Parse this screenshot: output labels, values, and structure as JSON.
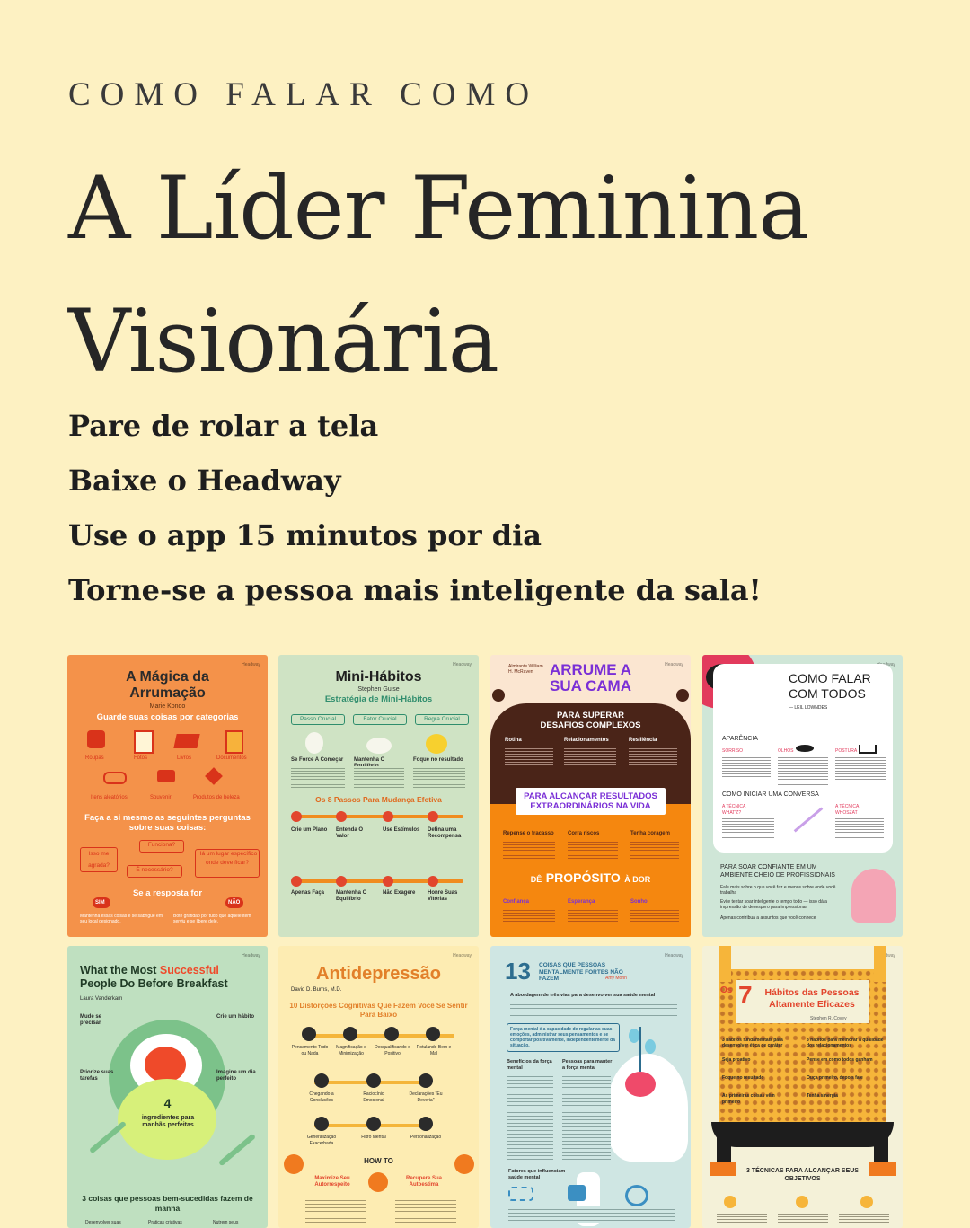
{
  "header": {
    "eyebrow": "COMO FALAR COMO",
    "title_line1": "A Líder Feminina",
    "title_line2": "Visionária"
  },
  "steps": [
    "Pare de rolar a tela",
    "Baixe o Headway",
    "Use o app 15 minutos por dia",
    "Torne-se a pessoa mais inteligente da sala!"
  ],
  "colors": {
    "background": "#fdf1c2",
    "card1": "#f4924a",
    "card2": "#cfe3c4",
    "card3": "#fbe6d1",
    "card4": "#cfe6d7",
    "card5": "#bfe0c0",
    "card6": "#fdecb2",
    "card7": "#cfe6e3",
    "card8": "#f4f1d8"
  },
  "cards": {
    "c1": {
      "brand": "Headway",
      "title": "A Mágica da Arrumação",
      "author": "Marie Kondo",
      "subtitle": "Guarde suas coisas por categorias",
      "cats": [
        "Roupas",
        "Fotos",
        "Livros",
        "Documentos",
        "Itens aleatórios",
        "Souvenir",
        "Produtos de beleza"
      ],
      "question_head": "Faça a si mesmo as seguintes perguntas sobre suas coisas:",
      "questions": [
        "Isso me agrada?",
        "Funciona?",
        "É necessário?",
        "Há um lugar específico onde deve ficar?"
      ],
      "answer_head": "Se a resposta for",
      "yes": "SIM",
      "no": "NÃO",
      "yes_text": "Mantenha essas coisas e se sabrigue em seu local designado.",
      "no_text": "Bote gratidão por tudo que aquele item serviu e se libere dele."
    },
    "c2": {
      "brand": "Headway",
      "title": "Mini-Hábitos",
      "author": "Stephen Guise",
      "subtitle": "Estratégia de Mini-Hábitos",
      "pills": [
        "Passo Crucial",
        "Fator Crucial",
        "Regra Crucial"
      ],
      "cols": [
        "Se Force A Começar",
        "Mantenha O Equilíbrio",
        "Foque no resultado"
      ],
      "section": "Os 8 Passos Para Mudança Efetiva",
      "steps_top": [
        "Crie um Plano",
        "Entenda O Valor",
        "Use Estímulos",
        "Defina uma Recompensa"
      ],
      "steps_bottom": [
        "Apenas Faça",
        "Mantenha O Equilíbrio",
        "Não Exagere",
        "Honre Suas Vitórias"
      ]
    },
    "c3": {
      "brand": "Headway",
      "author": "Almirante William H. McRaven",
      "title": "ARRUME A SUA CAMA",
      "band1": "PARA SUPERAR DESAFIOS COMPLEXOS",
      "cols1": [
        "Rotina",
        "Relacionamentos",
        "Resiliência"
      ],
      "band2": "PARA ALCANÇAR RESULTADOS EXTRAORDINÁRIOS NA VIDA",
      "cols2": [
        "Repense o fracasso",
        "Corra riscos",
        "Tenha coragem"
      ],
      "band3_a": "DÊ",
      "band3_b": "PROPÓSITO",
      "band3_c": "À DOR",
      "cols3": [
        "Confiança",
        "Esperança",
        "Sonho"
      ]
    },
    "c4": {
      "brand": "Headway",
      "title": "COMO FALAR COM TODOS",
      "author": "— LEIL LOWNDES",
      "sec1": "APARÊNCIA",
      "items1": [
        "SORRISO",
        "OLHOS",
        "POSTURA"
      ],
      "sec2": "COMO INICIAR UMA CONVERSA",
      "items2": [
        "A TÉCNICA WHAT'Z?",
        "A TÉCNICA WHOSZAT"
      ],
      "sec3": "PARA SOAR CONFIANTE EM UM AMBIENTE CHEIO DE PROFISSIONAIS",
      "tips": [
        "Fale mais sobre o que você faz e menos sobre onde você trabalha",
        "Evite tentar soar inteligente o tempo todo — isso dá a impressão de desespero para impressionar",
        "Apenas contribua a assuntos que você conhece"
      ]
    },
    "c5": {
      "brand": "Headway",
      "title_a": "What the Most ",
      "title_b": "Successful",
      "title_c": " People Do Before Breakfast",
      "author": "Laura Vanderkam",
      "left": [
        "Mude se precisar",
        "Priorize suas tarefas"
      ],
      "right": [
        "Crie um hábito",
        "Imagine um dia perfeito"
      ],
      "center_num": "4",
      "center_text": "ingredientes para manhãs perfeitas",
      "bottom": "3 coisas que pessoas bem-sucedidas fazem de manhã",
      "bottom_items": [
        "Desenvolver suas",
        "Práticas criativas",
        "Nutrem seus"
      ]
    },
    "c6": {
      "brand": "Headway",
      "title": "Antidepressão",
      "author": "David D. Burns, M.D.",
      "subtitle": "10 Distorções Cognitivas Que Fazem Você Se Sentir Para Baixo",
      "row1": [
        "Pensamento Tudo ou Nada",
        "Magnificação e Minimização",
        "Desqualificando o Positivo",
        "Rotulando Bem e Mal"
      ],
      "row2": [
        "Chegando a Conclusões",
        "Raciocínio Emocional",
        "Declarações \"Eu Deveria\""
      ],
      "row3": [
        "Generalização Exacerbada",
        "Filtro Mental",
        "Personalização"
      ],
      "howto": "HOW TO",
      "how": [
        "Maximize Seu Autorrespeito",
        "Recupere Sua Autoestima"
      ]
    },
    "c7": {
      "brand": "Headway",
      "num": "13",
      "title": "COISAS QUE PESSOAS MENTALMENTE FORTES NÃO FAZEM",
      "author": "Amy Morin",
      "intro": "A abordagem de três vias para desenvolver sua saúde mental",
      "callout": "Força mental é a capacidade de regular as suas emoções, administrar seus pensamentos e se comportar positivamente, independentemente da situação.",
      "col_a": "Benefícios da força mental",
      "col_b": "Pessoas para manter a força mental",
      "factors": "Fatores que influenciam saúde mental"
    },
    "c8": {
      "brand": "Headway",
      "title_a": "Os",
      "title_num": "7",
      "title_b": "Hábitos das Pessoas Altamente Eficazes",
      "author": "Stephen R. Covey",
      "left_head": "3 hábitos fundamentais para desenvolver ética de caráter",
      "right_head": "3 hábitos para melhorar a qualidade dos relacionamentos",
      "left_items": [
        "Seja proativo",
        "Foque no resultado",
        "As primeiras coisas vêm primeiro"
      ],
      "right_items": [
        "Pense em como todos ganham",
        "Ouça primeiro, depois fale",
        "Tenha sinergia"
      ],
      "bottom": "3 TÉCNICAS PARA ALCANÇAR SEUS OBJETIVOS"
    }
  }
}
